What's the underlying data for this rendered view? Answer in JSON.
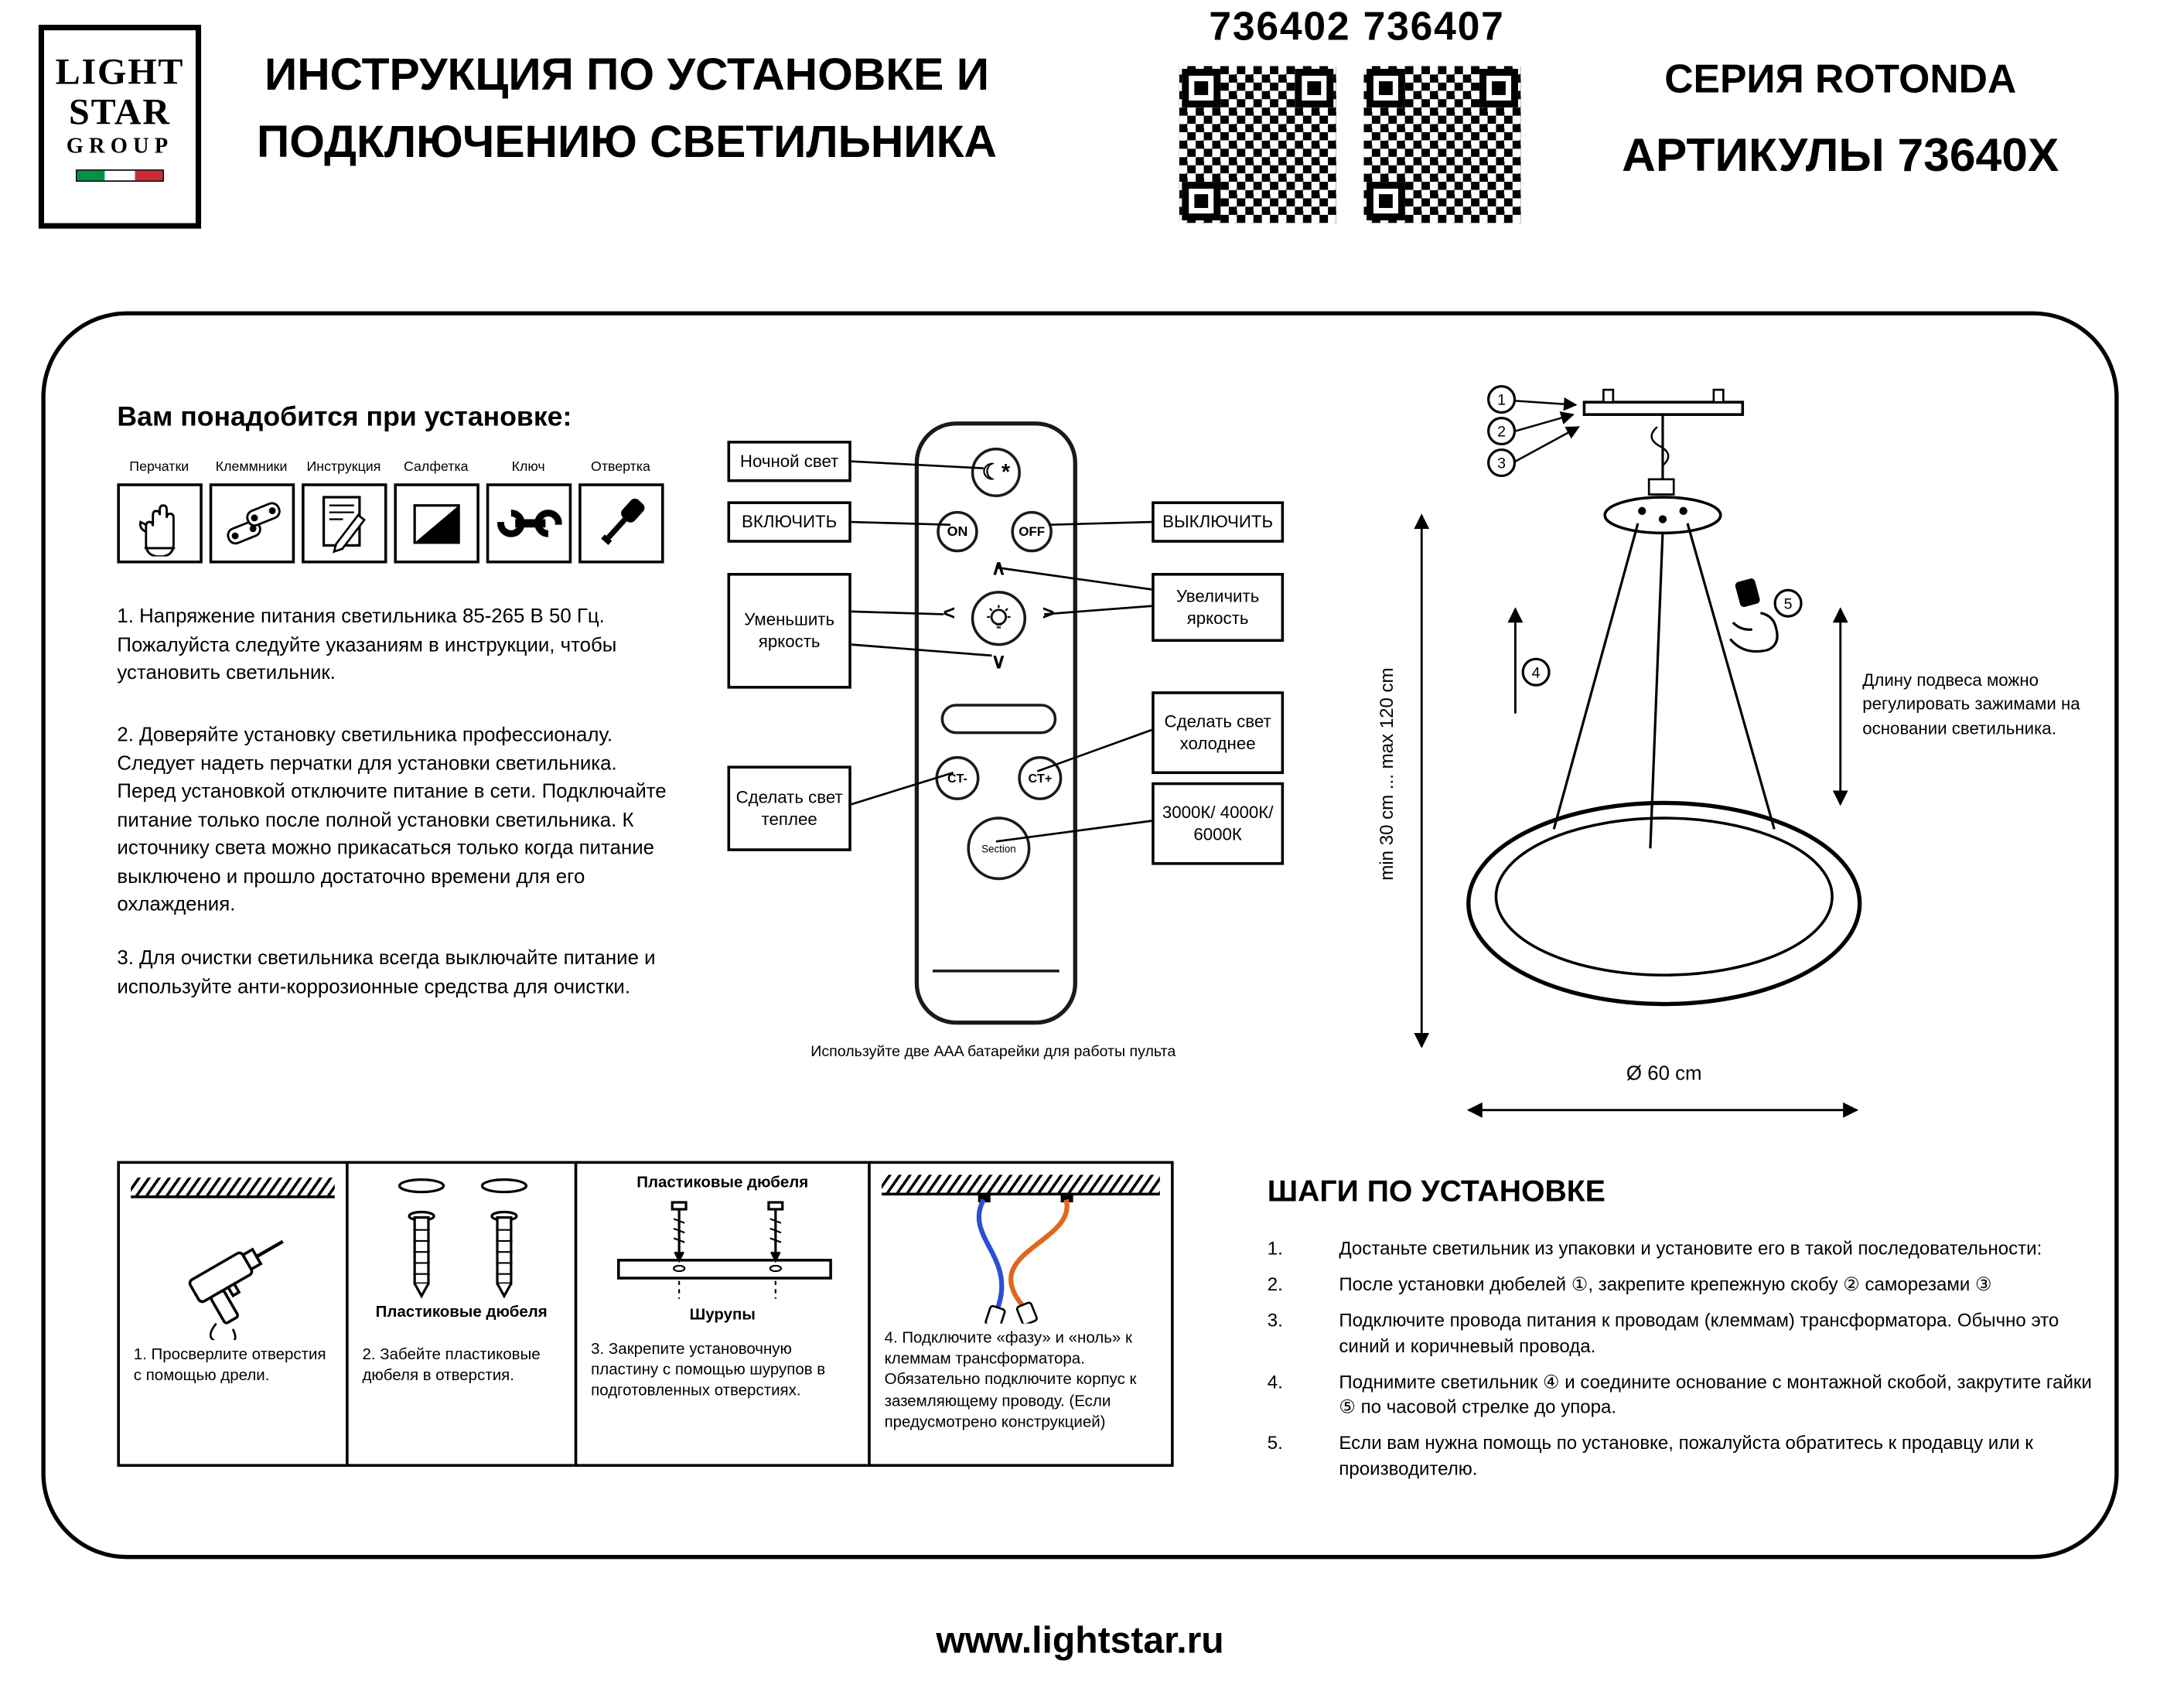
{
  "header": {
    "logo": {
      "line1": "LIGHT",
      "line2": "STAR",
      "line3": "GROUP"
    },
    "title_line1": "ИНСТРУКЦИЯ ПО УСТАНОВКЕ И",
    "title_line2": "ПОДКЛЮЧЕНИЮ СВЕТИЛЬНИКА",
    "article_numbers": "736402 736407",
    "series": "СЕРИЯ ROTONDA",
    "articles": "АРТИКУЛЫ 73640X"
  },
  "tools": {
    "heading": "Вам понадобится при установке:",
    "items": [
      {
        "label": "Перчатки",
        "icon": "gloves-icon"
      },
      {
        "label": "Клеммники",
        "icon": "terminal-blocks-icon"
      },
      {
        "label": "Инструкция",
        "icon": "manual-icon"
      },
      {
        "label": "Салфетка",
        "icon": "napkin-icon"
      },
      {
        "label": "Ключ",
        "icon": "wrench-icon"
      },
      {
        "label": "Отвертка",
        "icon": "screwdriver-icon"
      }
    ]
  },
  "notes": [
    "1. Напряжение питания светильника 85-265 В 50 Гц. Пожалуйста следуйте указаниям в инструкции, чтобы установить светильник.",
    "2. Доверяйте установку светильника профессионалу. Следует надеть перчатки для установки светильника. Перед установкой отключите питание в сети. Подключайте питание только после полной установки светильника. К источнику света можно прикасаться только когда питание выключено и прошло достаточно времени для его охлаждения.",
    "3. Для очистки светильника всегда выключайте питание и используйте анти-коррозионные средства для очистки."
  ],
  "remote": {
    "labels": {
      "night": "Ночной свет",
      "on": "ВКЛЮЧИТЬ",
      "off": "ВЫКЛЮЧИТЬ",
      "dim": "Уменьшить яркость",
      "brighten": "Увеличить яркость",
      "cooler": "Сделать свет холоднее",
      "warmer": "Сделать свет теплее",
      "kelvin": "3000К/ 4000К/ 6000К"
    },
    "buttons": {
      "night": "☾*",
      "on": "ON",
      "off": "OFF",
      "ct_minus": "CT-",
      "ct_plus": "CT+",
      "section": "Section"
    },
    "arrows": {
      "up": "∧",
      "down": "∨",
      "left": "<",
      "right": ">"
    },
    "caption": "Используйте две AAA батарейки для работы пульта"
  },
  "diagram": {
    "callouts": [
      "1",
      "2",
      "3",
      "4",
      "5"
    ],
    "height_label": "min 30 cm ... max 120 cm",
    "diameter_label": "Ø 60 cm",
    "adjust_note": "Длину подвеса можно регулировать зажимами на основании светильника."
  },
  "panels": [
    {
      "caption": "1. Просверлите отверстия с помощью дрели."
    },
    {
      "label": "Пластиковые дюбеля",
      "caption": "2. Забейте пластиковые дюбеля в отверстия."
    },
    {
      "label_top": "Пластиковые дюбеля",
      "label_bottom": "Шурупы",
      "caption": "3. Закрепите установочную пластину с помощью шурупов в подготовленных отверстиях."
    },
    {
      "caption": "4. Подключите «фазу» и «ноль» к клеммам трансформатора. Обязательно подключите корпус к заземляющему проводу. (Если предусмотрено конструкцией)"
    }
  ],
  "steps": {
    "heading": "ШАГИ ПО УСТАНОВКЕ",
    "items": [
      {
        "num": "1.",
        "text": "Достаньте светильник из упаковки и установите его в такой последовательности:"
      },
      {
        "num": "2.",
        "text": "После установки дюбелей ①, закрепите крепежную скобу ② саморезами ③"
      },
      {
        "num": "3.",
        "text": "Подключите провода питания к проводам (клеммам) трансформатора. Обычно это синий и коричневый провода."
      },
      {
        "num": "4.",
        "text": "Поднимите светильник ④ и соедините основание с монтажной скобой, закрутите гайки ⑤ по часовой стрелке до упора."
      },
      {
        "num": "5.",
        "text": "Если вам нужна помощь по установке, пожалуйста обратитесь к продавцу или к производителю."
      }
    ]
  },
  "footer": {
    "website": "www.lightstar.ru"
  },
  "colors": {
    "wire_blue": "#2b4fd0",
    "wire_orange": "#e2661c",
    "flag_green": "#009246",
    "flag_red": "#ce2b37"
  }
}
